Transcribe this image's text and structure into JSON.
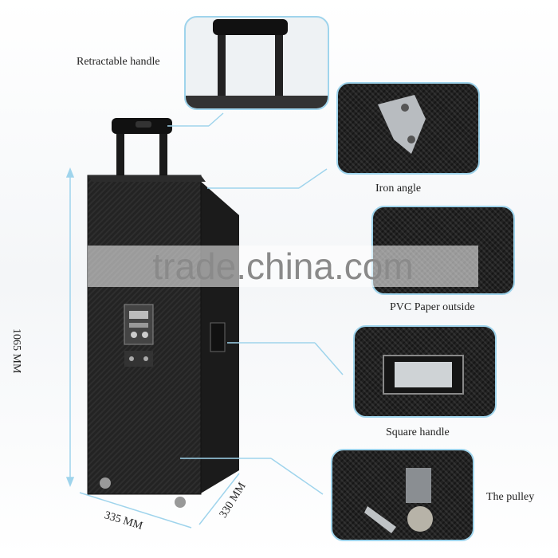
{
  "labels": {
    "handle": "Retractable handle",
    "iron_angle": "Iron angle",
    "pvc": "PVC Paper outside",
    "square_handle": "Square handle",
    "pulley": "The pulley"
  },
  "dimensions": {
    "height": "1065 MM",
    "width": "335 MM",
    "depth": "330 MM"
  },
  "watermark": "trade.china.com",
  "colors": {
    "frame": "#9fd4ec",
    "cabinet": "#222222"
  }
}
